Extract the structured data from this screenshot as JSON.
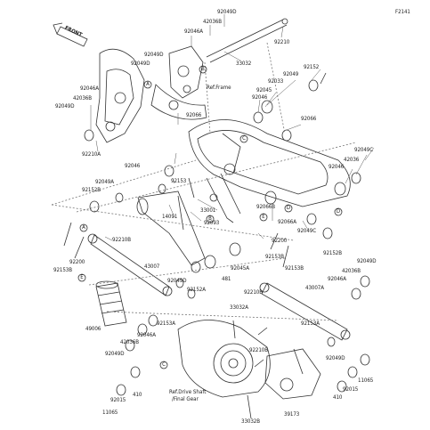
{
  "figure_code": "F2141",
  "front_label": "FRONT",
  "callout_letters": [
    "A",
    "B",
    "C",
    "D",
    "E",
    "A",
    "B",
    "C",
    "D",
    "E"
  ],
  "refs": {
    "frame": "Ref.Frame",
    "drive1": "Ref.Drive Shaft",
    "drive2": "/Final Gear"
  },
  "parts": [
    "92049D",
    "42036B",
    "92046A",
    "92210",
    "33032",
    "92049D",
    "92049D",
    "92046A",
    "92152",
    "92049",
    "92033",
    "42036B",
    "92045",
    "92049D",
    "92046",
    "92066",
    "92066",
    "92210A",
    "92049C",
    "42036",
    "92046",
    "92046",
    "92049A",
    "92152B",
    "92153",
    "33001",
    "92066B",
    "92093",
    "14091",
    "92066A",
    "92049C",
    "92200",
    "92210B",
    "92200",
    "92153B",
    "43007",
    "92152B",
    "42036B",
    "92049D",
    "92153B",
    "92045A",
    "92153B",
    "92046A",
    "43007A",
    "92049D",
    "481",
    "92152A",
    "92210B",
    "33032A",
    "49006",
    "42036B",
    "92046A",
    "92049D",
    "92153A",
    "92153A",
    "92210B",
    "92049D",
    "92015",
    "410",
    "11065",
    "92015",
    "410",
    "11065",
    "33032B",
    "39173"
  ]
}
